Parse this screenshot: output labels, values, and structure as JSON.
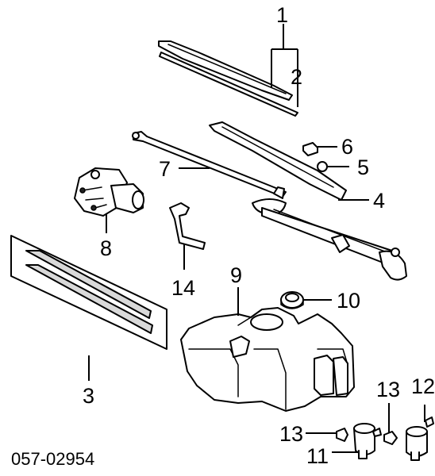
{
  "callouts": {
    "c1": "1",
    "c2": "2",
    "c3": "3",
    "c4": "4",
    "c5": "5",
    "c6": "6",
    "c7": "7",
    "c8": "8",
    "c9": "9",
    "c10": "10",
    "c11": "11",
    "c12": "12",
    "c13a": "13",
    "c13b": "13",
    "c14": "14"
  },
  "diagram_code": "057-02954"
}
